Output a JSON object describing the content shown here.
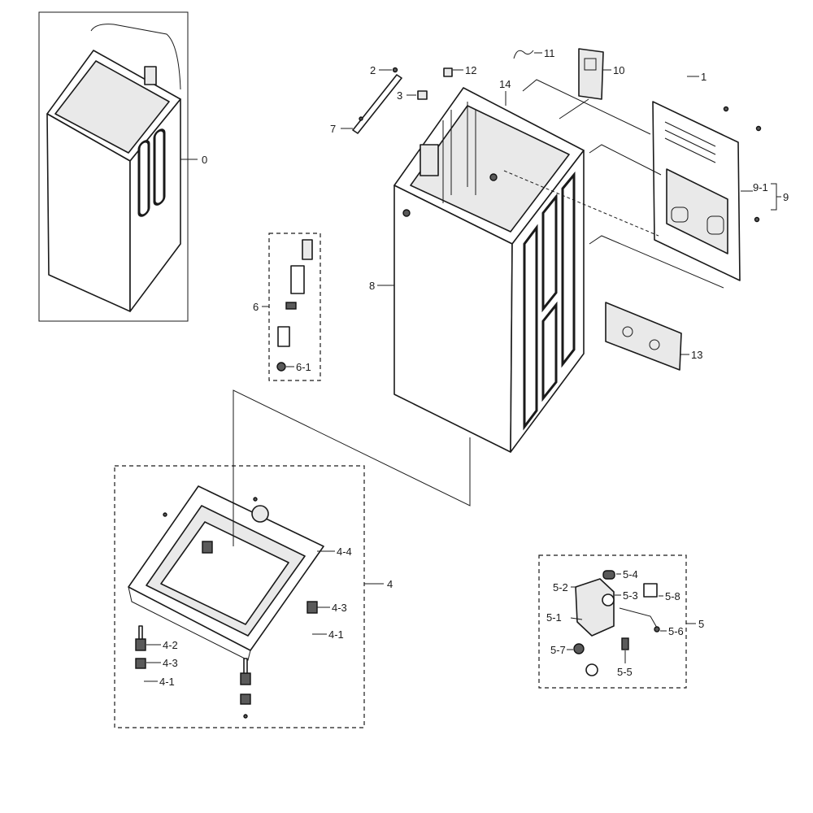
{
  "callouts": {
    "c0": "0",
    "c1": "1",
    "c2": "2",
    "c3": "3",
    "c4": "4",
    "c4_1a": "4-1",
    "c4_1b": "4-1",
    "c4_2": "4-2",
    "c4_3a": "4-3",
    "c4_3b": "4-3",
    "c4_4": "4-4",
    "c5": "5",
    "c5_1": "5-1",
    "c5_2": "5-2",
    "c5_3": "5-3",
    "c5_4": "5-4",
    "c5_5": "5-5",
    "c5_6": "5-6",
    "c5_7": "5-7",
    "c5_8": "5-8",
    "c6": "6",
    "c6_1": "6-1",
    "c7": "7",
    "c8": "8",
    "c9": "9",
    "c9_1": "9-1",
    "c10": "10",
    "c11": "11",
    "c12": "12",
    "c13": "13",
    "c14": "14"
  }
}
